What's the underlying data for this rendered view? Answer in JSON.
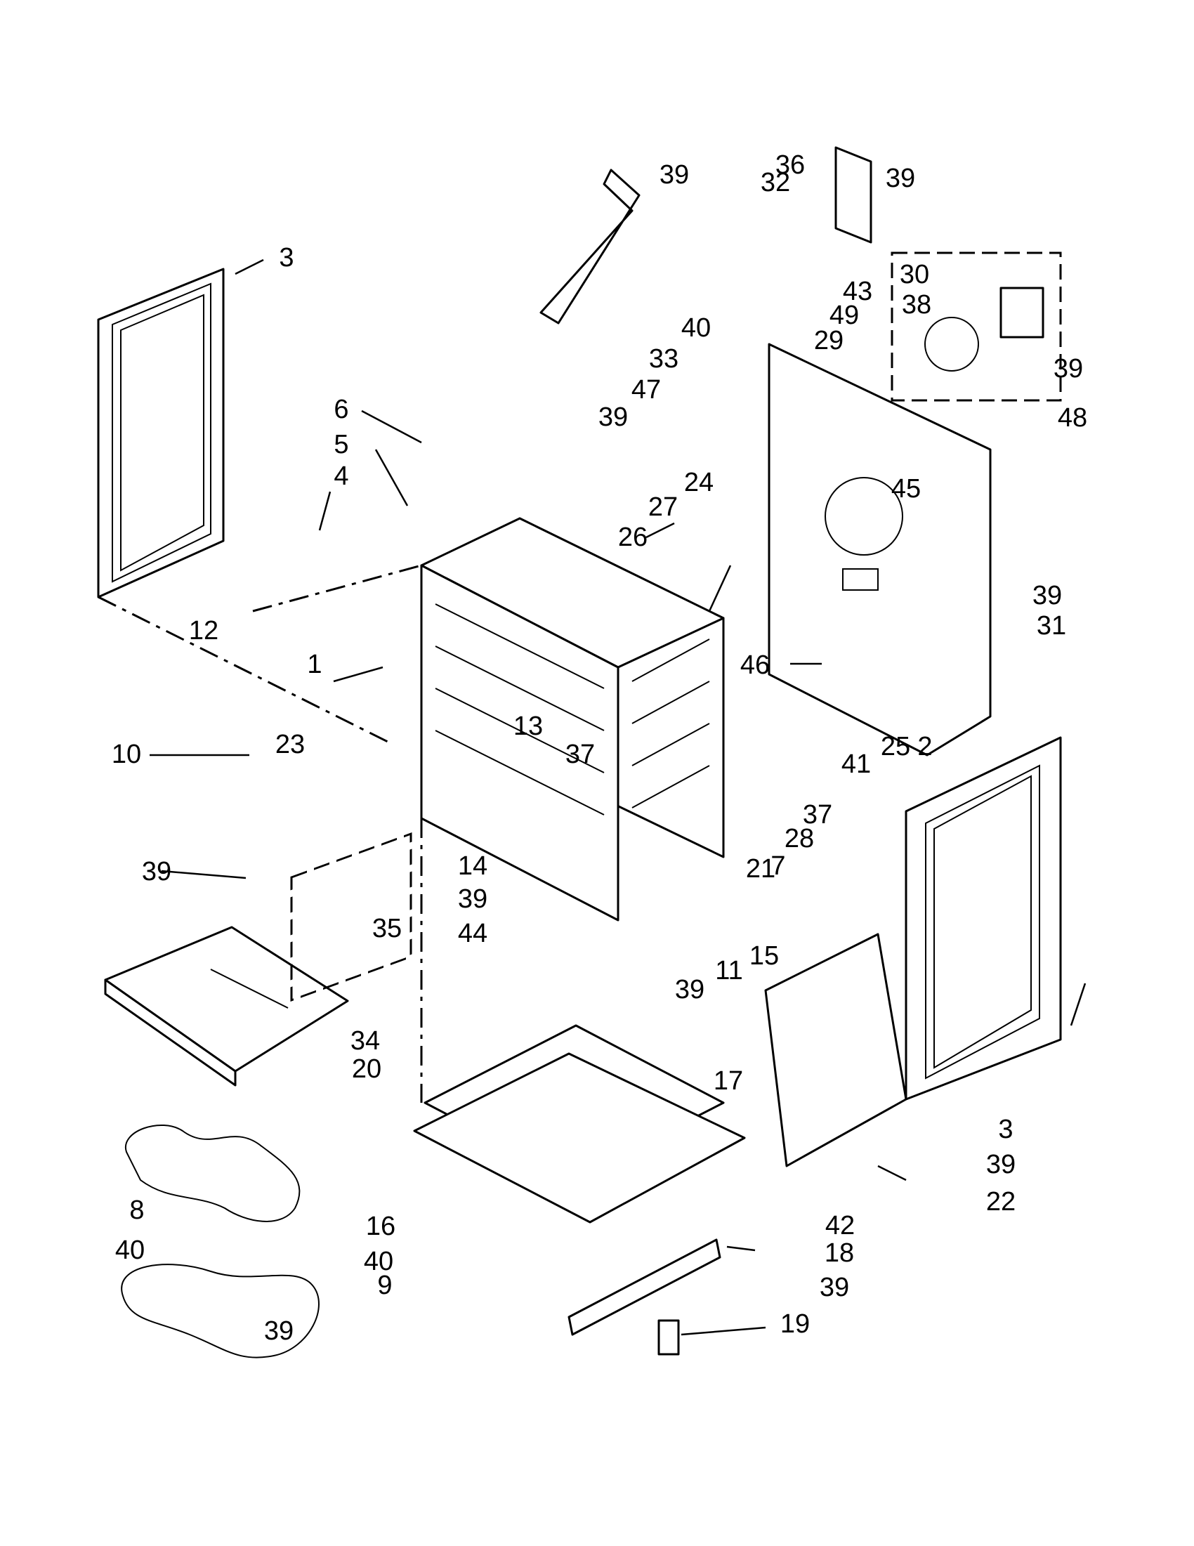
{
  "diagram": {
    "callouts": [
      {
        "id": "c1",
        "text": "1"
      },
      {
        "id": "c2",
        "text": "2"
      },
      {
        "id": "c3a",
        "text": "3"
      },
      {
        "id": "c3b",
        "text": "3"
      },
      {
        "id": "c4",
        "text": "4"
      },
      {
        "id": "c5",
        "text": "5"
      },
      {
        "id": "c6",
        "text": "6"
      },
      {
        "id": "c7",
        "text": "7"
      },
      {
        "id": "c8",
        "text": "8"
      },
      {
        "id": "c9",
        "text": "9"
      },
      {
        "id": "c10",
        "text": "10"
      },
      {
        "id": "c11",
        "text": "11"
      },
      {
        "id": "c12",
        "text": "12"
      },
      {
        "id": "c13",
        "text": "13"
      },
      {
        "id": "c14",
        "text": "14"
      },
      {
        "id": "c15",
        "text": "15"
      },
      {
        "id": "c16",
        "text": "16"
      },
      {
        "id": "c17",
        "text": "17"
      },
      {
        "id": "c18",
        "text": "18"
      },
      {
        "id": "c19",
        "text": "19"
      },
      {
        "id": "c20",
        "text": "20"
      },
      {
        "id": "c21",
        "text": "21"
      },
      {
        "id": "c22",
        "text": "22"
      },
      {
        "id": "c23",
        "text": "23"
      },
      {
        "id": "c24",
        "text": "24"
      },
      {
        "id": "c25",
        "text": "25"
      },
      {
        "id": "c26",
        "text": "26"
      },
      {
        "id": "c27",
        "text": "27"
      },
      {
        "id": "c28",
        "text": "28"
      },
      {
        "id": "c29",
        "text": "29"
      },
      {
        "id": "c30",
        "text": "30"
      },
      {
        "id": "c31",
        "text": "31"
      },
      {
        "id": "c32",
        "text": "32"
      },
      {
        "id": "c33",
        "text": "33"
      },
      {
        "id": "c34",
        "text": "34"
      },
      {
        "id": "c35",
        "text": "35"
      },
      {
        "id": "c36",
        "text": "36"
      },
      {
        "id": "c37a",
        "text": "37"
      },
      {
        "id": "c37b",
        "text": "37"
      },
      {
        "id": "c38",
        "text": "38"
      },
      {
        "id": "c39a",
        "text": "39"
      },
      {
        "id": "c39b",
        "text": "39"
      },
      {
        "id": "c39c",
        "text": "39"
      },
      {
        "id": "c39d",
        "text": "39"
      },
      {
        "id": "c39e",
        "text": "39"
      },
      {
        "id": "c39f",
        "text": "39"
      },
      {
        "id": "c39g",
        "text": "39"
      },
      {
        "id": "c39h",
        "text": "39"
      },
      {
        "id": "c39i",
        "text": "39"
      },
      {
        "id": "c39j",
        "text": "39"
      },
      {
        "id": "c39k",
        "text": "39"
      },
      {
        "id": "c40a",
        "text": "40"
      },
      {
        "id": "c40b",
        "text": "40"
      },
      {
        "id": "c40c",
        "text": "40"
      },
      {
        "id": "c41",
        "text": "41"
      },
      {
        "id": "c42",
        "text": "42"
      },
      {
        "id": "c43",
        "text": "43"
      },
      {
        "id": "c44",
        "text": "44"
      },
      {
        "id": "c45",
        "text": "45"
      },
      {
        "id": "c46",
        "text": "46"
      },
      {
        "id": "c47",
        "text": "47"
      },
      {
        "id": "c48",
        "text": "48"
      },
      {
        "id": "c49",
        "text": "49"
      }
    ]
  }
}
